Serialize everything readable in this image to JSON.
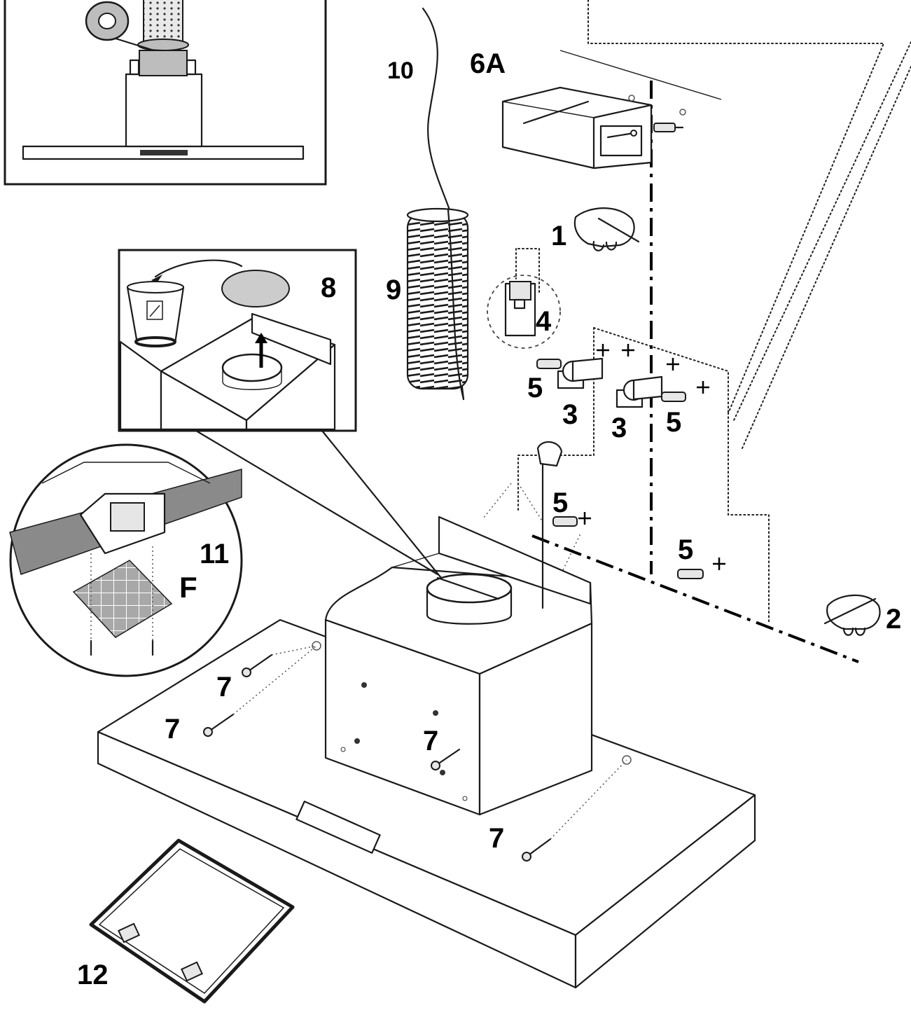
{
  "labels": {
    "l1": "1",
    "l2": "2",
    "l3a": "3",
    "l3b": "3",
    "l4": "4",
    "l5a": "5",
    "l5b": "5",
    "l5c": "5",
    "l5d": "5",
    "l6a": "6A",
    "l7a": "7",
    "l7b": "7",
    "l7c": "7",
    "l7d": "7",
    "l8": "8",
    "l9": "9",
    "l10": "10",
    "l11": "11",
    "lF": "F",
    "l12": "12"
  },
  "colors": {
    "line": "#1a1a1a",
    "grey_part": "#cfcfcf",
    "filter_grey": "#9a9a9a",
    "background": "#ffffff"
  }
}
